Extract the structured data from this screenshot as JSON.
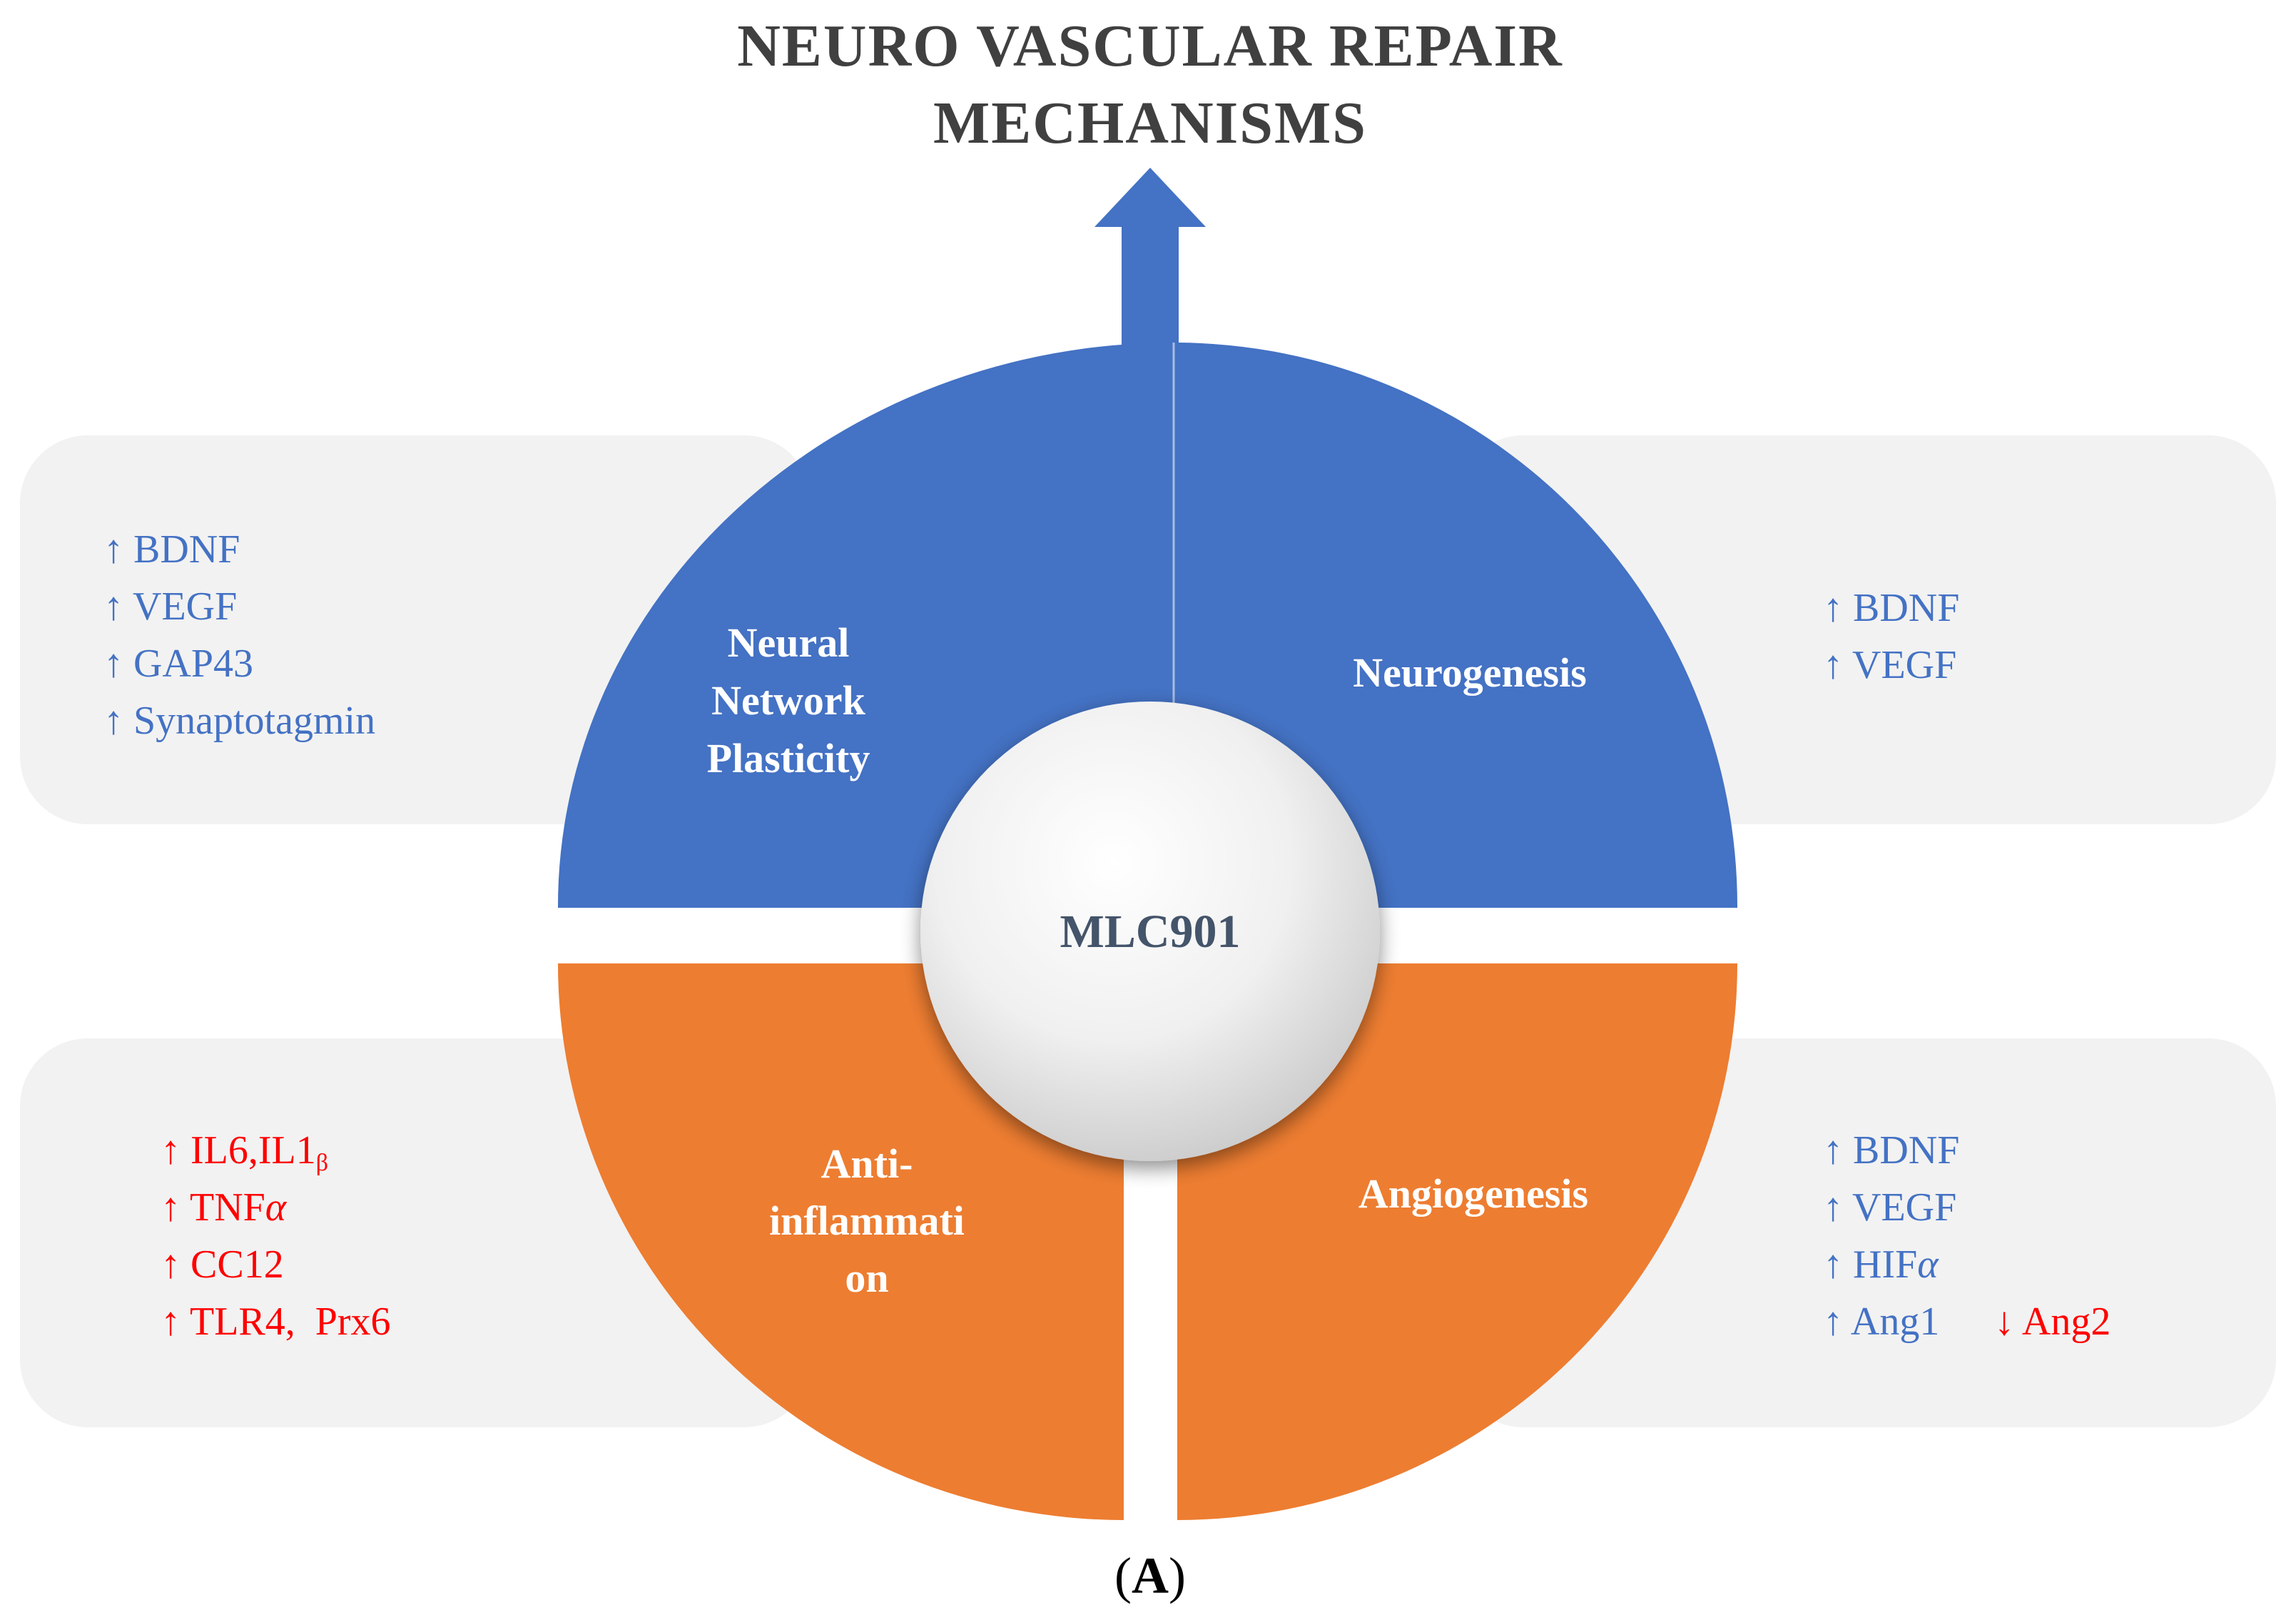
{
  "title": {
    "line1": "NEURO VASCULAR REPAIR",
    "line2": "MECHANISMS"
  },
  "center": {
    "label": "MLC901"
  },
  "quadrants": {
    "neural_network_plasticity": {
      "lines": [
        "Neural",
        "Network",
        "Plasticity"
      ],
      "color": "#4472c4"
    },
    "neurogenesis": {
      "lines": [
        "Neurogenesis"
      ],
      "color": "#4472c4"
    },
    "anti_inflammation": {
      "lines": [
        "Anti-",
        "inflammati",
        "on"
      ],
      "color": "#ed7d31"
    },
    "angiogenesis": {
      "lines": [
        "Angiogenesis"
      ],
      "color": "#ed7d31"
    }
  },
  "panels": {
    "top_left": [
      {
        "arrow": "↑",
        "text": "BDNF",
        "color": "#4472c4"
      },
      {
        "arrow": "↑",
        "text": "VEGF",
        "color": "#4472c4"
      },
      {
        "arrow": "↑",
        "text": "GAP43",
        "color": "#4472c4"
      },
      {
        "arrow": "↑",
        "text": "Synaptotagmin",
        "color": "#4472c4"
      }
    ],
    "top_right": [
      {
        "arrow": "↑",
        "text": "BDNF",
        "color": "#4472c4"
      },
      {
        "arrow": "↑",
        "text": "VEGF",
        "color": "#4472c4"
      }
    ],
    "bottom_left": [
      {
        "arrow": "↑",
        "text": "IL6,IL1",
        "sub": "β",
        "color": "#ff0000"
      },
      {
        "arrow": "↑",
        "text": "TNF",
        "italic": "α",
        "color": "#ff0000"
      },
      {
        "arrow": "↑",
        "text": "CC12",
        "color": "#ff0000"
      },
      {
        "arrow": "↑",
        "text": "TLR4,  Prx6",
        "color": "#ff0000"
      }
    ],
    "bottom_right": [
      {
        "arrow": "↑",
        "text": "BDNF",
        "color": "#4472c4"
      },
      {
        "arrow": "↑",
        "text": "VEGF",
        "color": "#4472c4"
      },
      {
        "arrow": "↑",
        "text": "HIF",
        "italic": "α",
        "color": "#4472c4"
      },
      {
        "arrow": "↑",
        "text": "Ang1",
        "color": "#4472c4",
        "extra": {
          "arrow": "↓",
          "text": "Ang2",
          "color": "#ff0000"
        }
      }
    ]
  },
  "caption": {
    "open": "(",
    "letter": "A",
    "close": ")"
  },
  "colors": {
    "panel_background": "#f2f2f2",
    "blue": "#4472c4",
    "orange": "#ed7d31",
    "title": "#404040",
    "center_text": "#44546a"
  }
}
